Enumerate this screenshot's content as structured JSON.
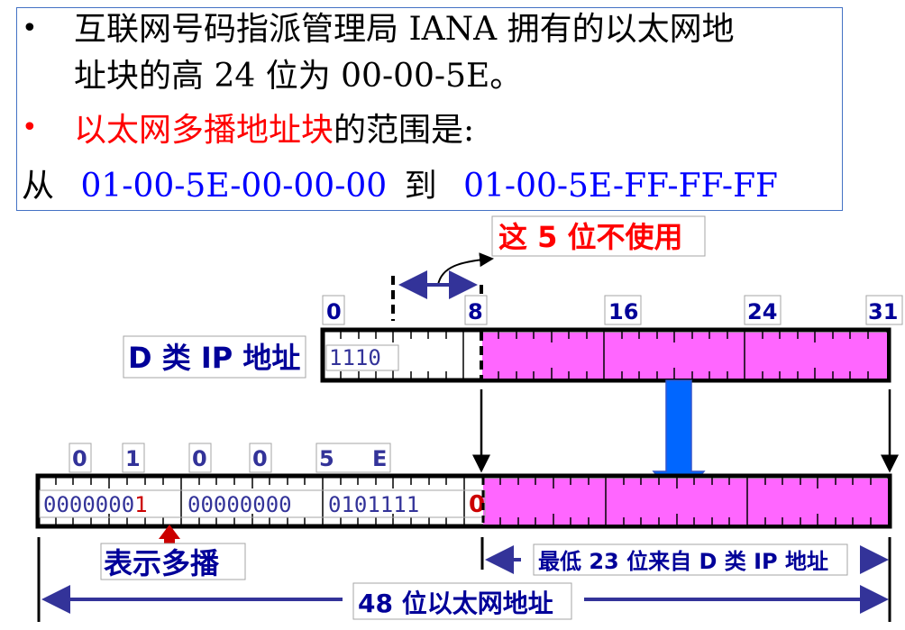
{
  "text_block": {
    "bullet1": {
      "line1": "互联网号码指派管理局 IANA 拥有的以太网地",
      "line2": "址块的高 24 位为 00-00-5E。"
    },
    "bullet2": {
      "highlight": "以太网多播地址块",
      "rest": "的范围是:"
    },
    "range": {
      "from_label": "从",
      "from_value": "01-00-5E-00-00-00",
      "to_label": "到",
      "to_value": "01-00-5E-FF-FF-FF"
    }
  },
  "diagram": {
    "unused_bits_label": "这 5 位不使用",
    "class_d": {
      "label": "D 类 IP 地址",
      "prefix_bits": "1110",
      "bit_positions": [
        "0",
        "8",
        "16",
        "24",
        "31"
      ]
    },
    "ethernet": {
      "hex_labels": [
        "0",
        "1",
        "0",
        "0",
        "5",
        "E"
      ],
      "byte1_bits_normal": "0000000",
      "byte1_multicast_bit": "1",
      "byte2_bits": "00000000",
      "byte3_bits": "0101111",
      "byte3_last_bit": "0",
      "multicast_label": "表示多播",
      "low23_label": "最低 23 位来自 D 类 IP 地址",
      "total_label": "48 位以太网地址"
    },
    "colors": {
      "mapped_bits_fill": "#ff66ff",
      "label_blue": "#000099",
      "arrow_navy": "#333399",
      "big_arrow_blue": "#0066ff",
      "multicast_red": "#cc0000",
      "unused_label_red": "#ff0000"
    }
  }
}
